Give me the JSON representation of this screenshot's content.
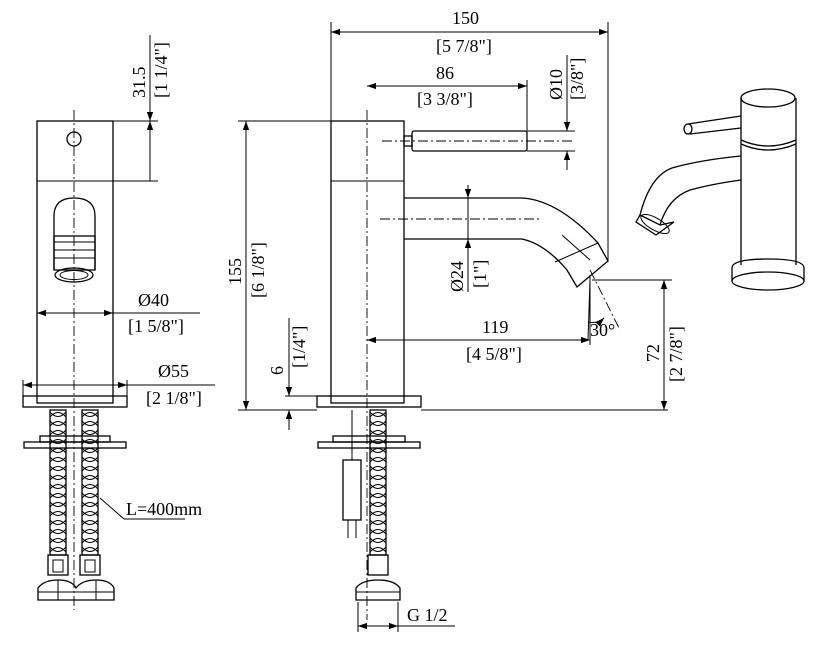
{
  "colors": {
    "line": "#000000",
    "background": "#ffffff"
  },
  "side_view": {
    "dim_cap_height": "31.5",
    "dim_cap_height_in": "[1 1/4\"]",
    "dim_body_dia": "Ø40",
    "dim_body_dia_in": "[1 5/8\"]",
    "dim_base_dia": "Ø55",
    "dim_base_dia_in": "[2 1/8\"]",
    "hose_length": "L=400mm"
  },
  "front_view": {
    "dim_width": "150",
    "dim_width_in": "[5 7/8\"]",
    "dim_handle": "86",
    "dim_handle_in": "[3 3/8\"]",
    "dim_handle_dia": "Ø10",
    "dim_handle_dia_in": "[3/8\"]",
    "dim_height": "155",
    "dim_height_in": "[6 1/8\"]",
    "dim_spout_dia": "Ø24",
    "dim_spout_dia_in": "[1\"]",
    "dim_reach": "119",
    "dim_reach_in": "[4 5/8\"]",
    "dim_base": "6",
    "dim_base_in": "[1/4\"]",
    "dim_angle": "30°",
    "dim_outlet_height": "72",
    "dim_outlet_height_in": "[2 7/8\"]",
    "thread": "G 1/2"
  }
}
